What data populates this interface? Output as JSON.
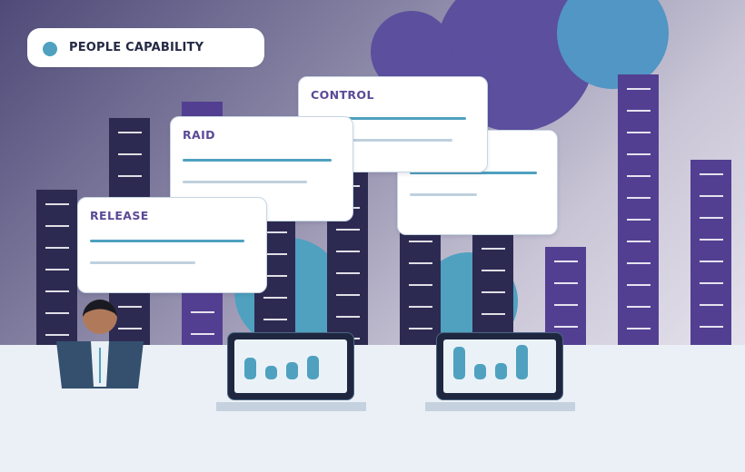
{
  "badge": {
    "label": "PEOPLE CAPABILITY",
    "dot_color": "#4fa1bf"
  },
  "cards": {
    "control": {
      "title": "CONTROL"
    },
    "raid": {
      "title": "RAID"
    },
    "release": {
      "title": "RELEASE"
    },
    "blank": {
      "title": ""
    }
  },
  "laptops": {
    "left": {
      "bar_levels": [
        0.55,
        0.35,
        0.45,
        0.62
      ]
    },
    "right": {
      "bar_levels": [
        0.82,
        0.4,
        0.42,
        0.85
      ]
    }
  },
  "colors": {
    "accent_teal": "#4fa1bf",
    "accent_purple": "#5a4a96",
    "navy": "#252a45",
    "building_dark": "#2d2a52",
    "building_purple": "#533f92",
    "floor": "#ebf0f6"
  }
}
